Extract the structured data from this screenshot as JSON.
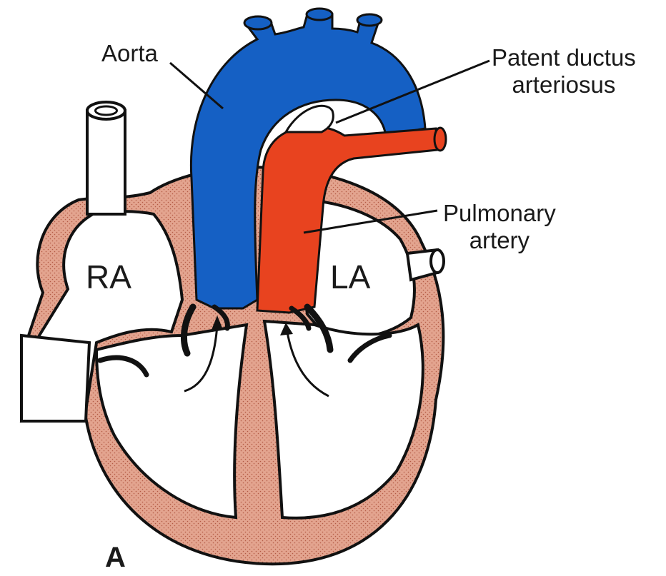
{
  "panel_letter": "A",
  "labels": {
    "aorta": "Aorta",
    "pda_line1": "Patent ductus",
    "pda_line2": "arteriosus",
    "pulmonary_line1": "Pulmonary",
    "pulmonary_line2": "artery",
    "right_atrium": "RA",
    "left_atrium": "LA"
  },
  "colors": {
    "aorta": "#1560c4",
    "pulmonary_artery": "#e8431f",
    "myocardium": "#e3a48f",
    "outline": "#111111",
    "background": "#ffffff"
  }
}
